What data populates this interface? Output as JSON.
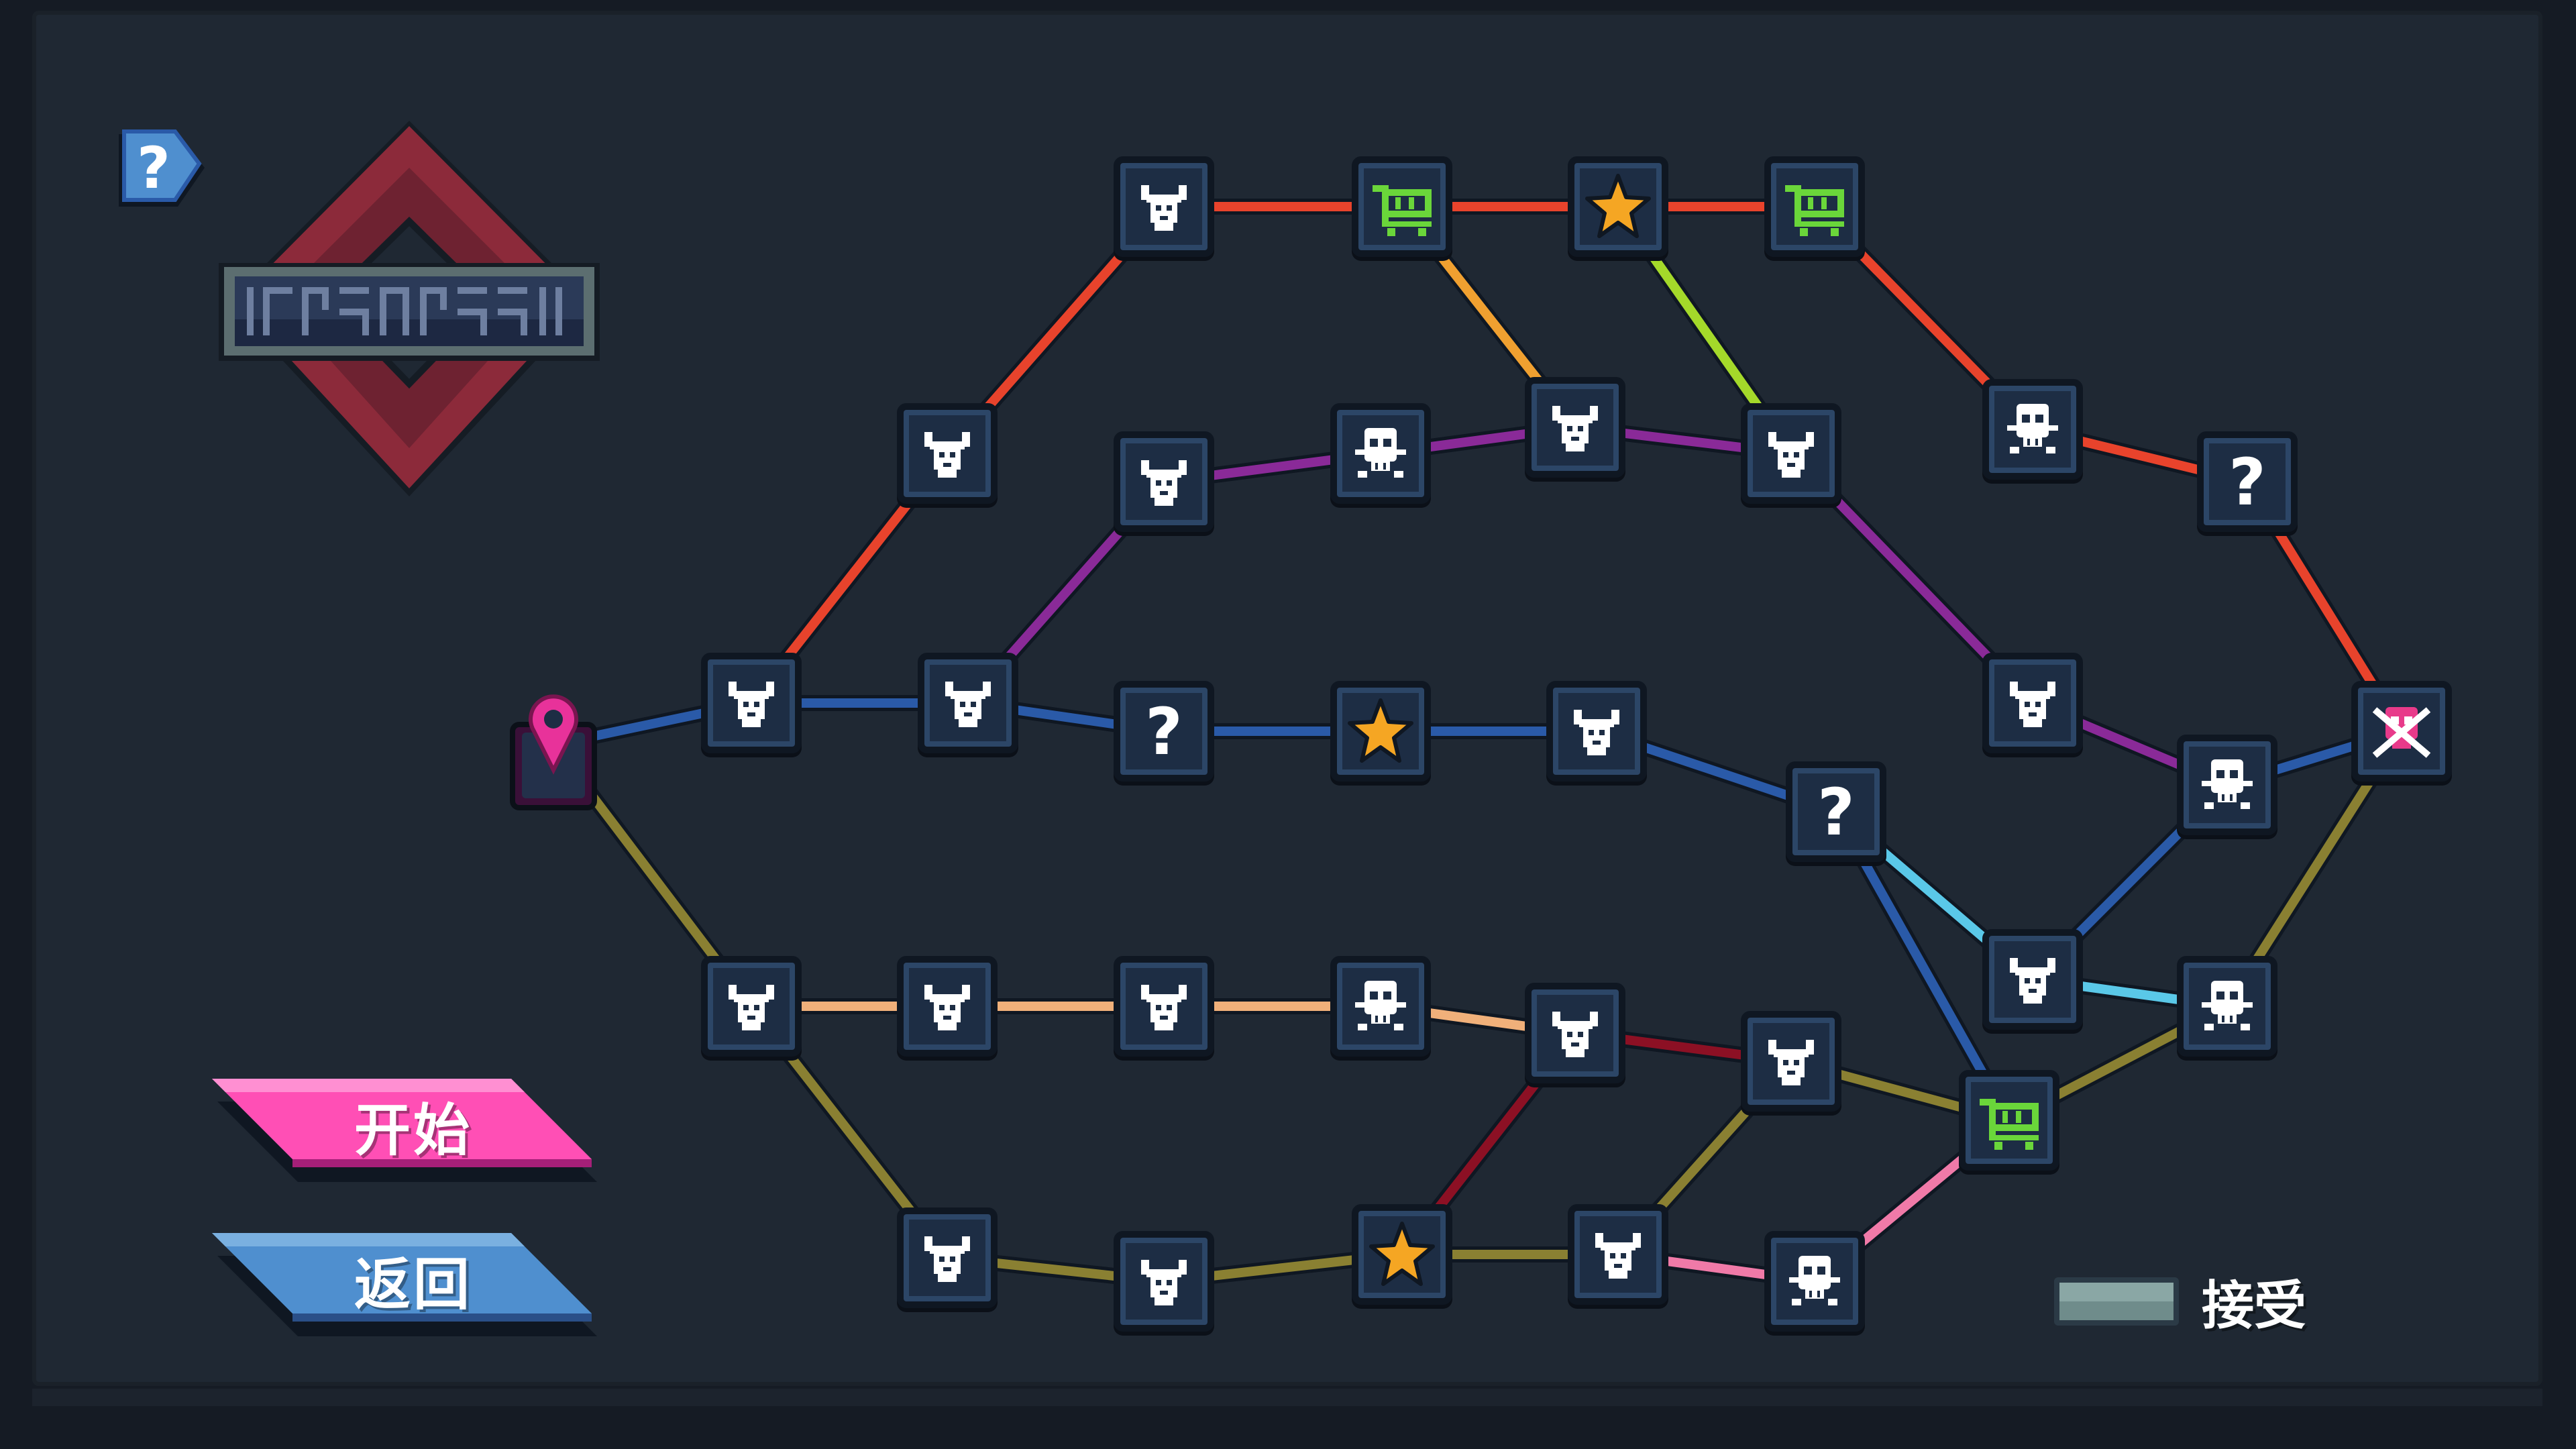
{
  "menu": {
    "start_label": "开始",
    "back_label": "返回",
    "start_color": "#ff4fb5",
    "back_color": "#4f8fcf"
  },
  "legend": {
    "accept_label": "接受"
  },
  "map": {
    "node_types": {
      "bull": "bull-icon",
      "skull": "skull-icon",
      "star": "star-icon",
      "shop": "shop-cart-icon",
      "mystery": "question-mark-icon",
      "boss": "boss-skull-icon",
      "start": "location-pin-icon"
    },
    "colors": {
      "red": "#e8432c",
      "orange": "#f0a030",
      "lime": "#a4d92a",
      "purple": "#8a2a98",
      "blue": "#2a5aa8",
      "olive": "#8a8032",
      "peach": "#f0b07a",
      "crimson": "#8c1024",
      "pink": "#f07aa8",
      "cyan": "#5ac8e8",
      "start_pin": "#e8329a",
      "star": "#f5a623",
      "shop": "#6ad63a",
      "boss": "#e83a8a"
    }
  }
}
